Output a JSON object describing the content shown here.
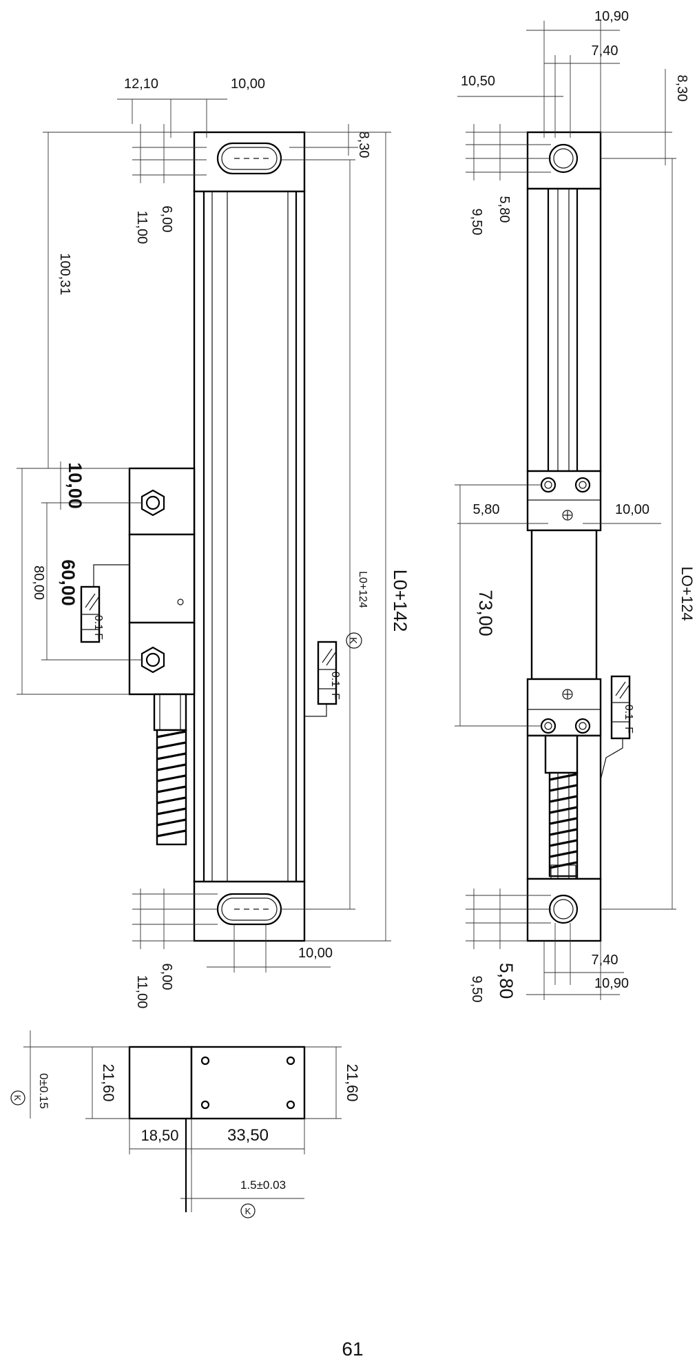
{
  "dimensions": {
    "top_12_10": "12,10",
    "top_10_00": "10,00",
    "top_8_30": "8,30",
    "left_11_00": "11,00",
    "left_6_00": "6,00",
    "left_100_31": "100,31",
    "left_10_00": "10,00",
    "left_60_00": "60,00",
    "left_80_00": "80,00",
    "left_total": "L0+142",
    "left_inner": "L0+124",
    "bottom_11_00": "11,00",
    "bottom_6_00": "6,00",
    "bottom_10_00": "10,00",
    "right_10_90_top": "10,90",
    "right_7_40_top": "7,40",
    "right_10_50": "10,50",
    "right_8_30": "8,30",
    "right_9_50_top": "9,50",
    "right_5_80_top": "5,80",
    "right_5_80_mid": "5,80",
    "right_10_00_mid": "10,00",
    "right_73_00": "73,00",
    "right_total": "LO+124",
    "right_9_50_bot": "9,50",
    "right_5_80_bot": "5,80",
    "right_7_40_bot": "7,40",
    "right_10_90_bot": "10,90",
    "sec_21_60_left": "21,60",
    "sec_21_60_right": "21,60",
    "sec_18_50": "18,50",
    "sec_33_50": "33,50",
    "sec_tol_left": "0±0.15",
    "sec_tol_bottom": "1.5±0.03"
  },
  "tolerance_frames": [
    {
      "value": "0.1",
      "datum": "F"
    },
    {
      "value": "0.1",
      "datum": "F"
    },
    {
      "value": "0.1",
      "datum": "F"
    }
  ],
  "symbols": {
    "k_mark": "K"
  },
  "page_number": "61"
}
